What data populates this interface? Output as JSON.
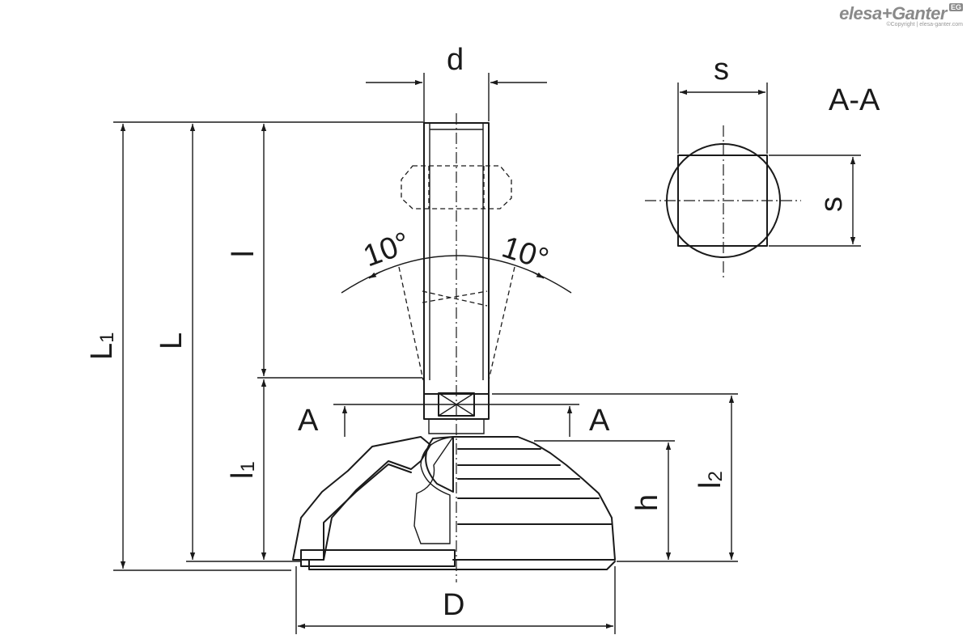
{
  "brand": {
    "name": "elesa+Ganter",
    "badge": "EG",
    "copyright": "©Copyright | elesa-ganter.com"
  },
  "labels": {
    "d": "d",
    "s_top": "s",
    "s_side": "s",
    "section": "A-A",
    "L1": "L",
    "L1_sub": "1",
    "L": "L",
    "l": "l",
    "l1": "l",
    "l1_sub": "1",
    "l2": "l",
    "l2_sub": "2",
    "h": "h",
    "D": "D",
    "A_left": "A",
    "A_right": "A",
    "angle_left": "10°",
    "angle_right": "10°"
  }
}
